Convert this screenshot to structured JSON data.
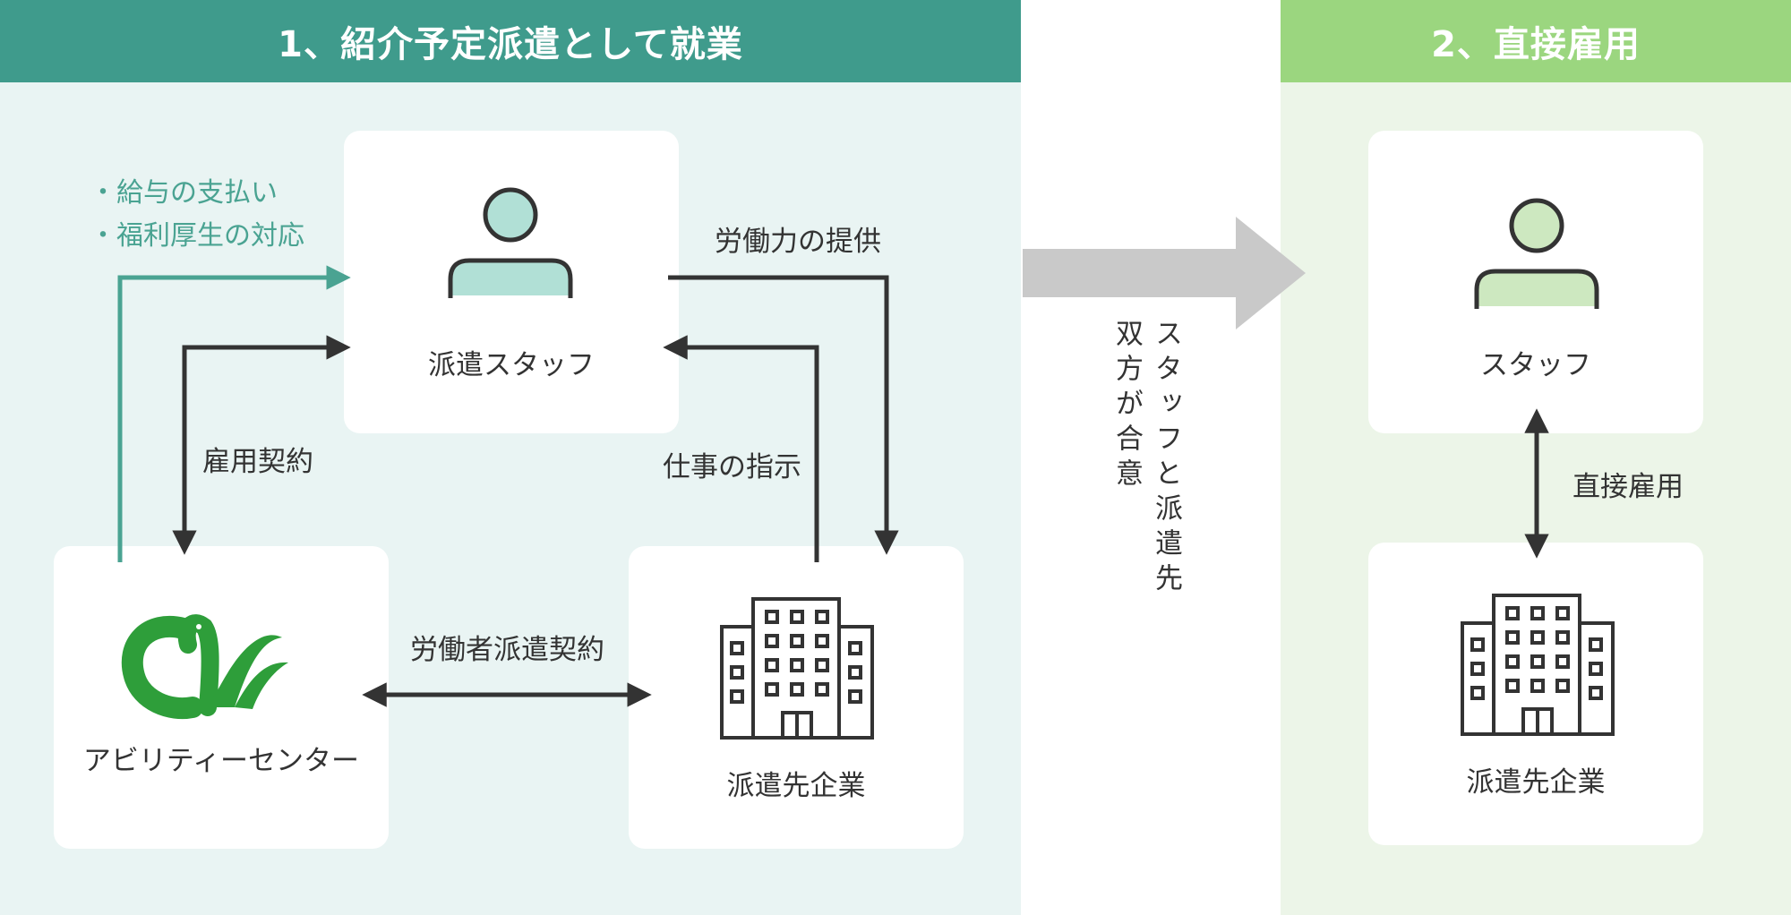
{
  "sections": {
    "left_title": "1、紹介予定派遣として就業",
    "right_title": "2、直接雇用"
  },
  "left": {
    "staff_label": "派遣スタッフ",
    "ability_label": "アビリティーセンター",
    "company_label": "派遣先企業",
    "notes": [
      "・給与の支払い",
      "・福利厚生の対応"
    ],
    "employment_contract": "雇用契約",
    "labor_provision": "労働力の提供",
    "work_instruction": "仕事の指示",
    "dispatch_contract": "労働者派遣契約"
  },
  "middle": {
    "col1": "スタッフと派遣先",
    "col2": "双方が合意"
  },
  "right": {
    "staff_label": "スタッフ",
    "direct_hire": "直接雇用",
    "company_label": "派遣先企業"
  },
  "colors": {
    "teal_header": "#3f9b8c",
    "green_header": "#9bd67f",
    "teal_accent": "#4aa392",
    "logo_green": "#2e9e3a",
    "person_teal": "#b1e0d6",
    "person_green": "#cde8c0"
  },
  "icons": [
    "person-icon",
    "building-icon",
    "ability-center-logo",
    "right-arrow-icon"
  ]
}
